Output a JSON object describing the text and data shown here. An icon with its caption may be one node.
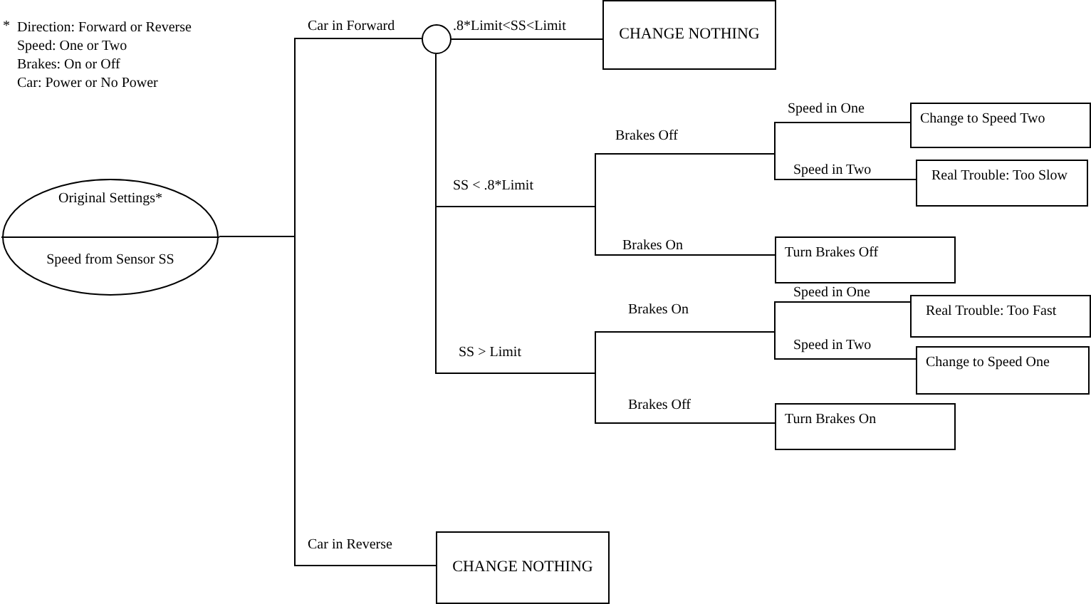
{
  "diagram": {
    "nodes": [
      {
        "text": [
          "Original Settings*",
          "Speed from Sensor SS"
        ]
      },
      {
        "text": [],
        "shape": "circle"
      },
      {
        "text": [
          "CHANGE NOTHING"
        ]
      },
      {
        "text": [
          "Change to Speed Two"
        ]
      },
      {
        "text": [
          "Real Trouble: Too Slow"
        ]
      },
      {
        "text": [
          "Turn Brakes Off"
        ]
      },
      {
        "text": [
          "Real Trouble: Too Fast"
        ]
      },
      {
        "text": [
          "Change to Speed One"
        ]
      },
      {
        "text": [
          "Turn Brakes On"
        ]
      },
      {
        "text": [
          "CHANGE NOTHING"
        ]
      }
    ],
    "edges": [
      {
        "from": 0,
        "to": 1,
        "arrow": "none",
        "label": "Car in Forward"
      },
      {
        "from": 0,
        "to": 9,
        "arrow": "none",
        "label": "Car in Reverse"
      },
      {
        "from": 1,
        "to": 2,
        "arrow": "none",
        "label": ".8*Limit<SS<Limit"
      },
      {
        "from": 1,
        "to": 3,
        "arrow": "none",
        "label": "Speed in One"
      },
      {
        "from": 1,
        "to": 4,
        "arrow": "none",
        "label": "Speed in Two"
      },
      {
        "from": 1,
        "to": 5,
        "arrow": "none",
        "label": "Brakes On"
      },
      {
        "from": 1,
        "to": 6,
        "arrow": "none",
        "label": "Speed in One"
      },
      {
        "from": 1,
        "to": 7,
        "arrow": "none",
        "label": "Speed in Two"
      },
      {
        "from": 1,
        "to": 8,
        "arrow": "none",
        "label": "Brakes Off"
      }
    ],
    "labels": [
      "*",
      "Direction: Forward or Reverse",
      "Speed: One or Two",
      "Brakes: On or Off",
      "Car: Power or No Power",
      "SS < .8*Limit",
      "Brakes Off",
      "SS > Limit",
      "Brakes On"
    ]
  }
}
